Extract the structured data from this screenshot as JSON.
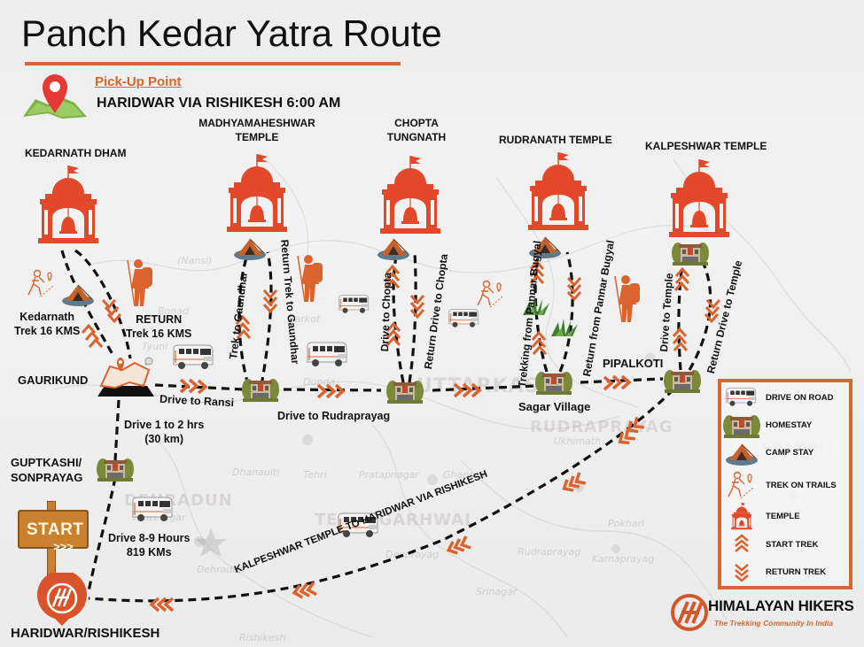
{
  "title": "Panch Kedar Yatra Route",
  "pickup": {
    "label": "Pick-Up Point",
    "value": "HARIDWAR VIA RISHIKESH 6:00 AM",
    "icon": "map-pin-icon"
  },
  "temples": [
    {
      "id": "kedarnath",
      "label": "KEDARNATH DHAM",
      "icon": "temple-icon"
    },
    {
      "id": "madhyamaheshwar",
      "label_line1": "MADHYAMAHESHWAR",
      "label_line2": "TEMPLE",
      "icon": "temple-icon"
    },
    {
      "id": "tungnath",
      "label_line1": "CHOPTA",
      "label_line2": "TUNGNATH",
      "icon": "temple-icon"
    },
    {
      "id": "rudranath",
      "label": "RUDRANATH TEMPLE",
      "icon": "temple-icon"
    },
    {
      "id": "kalpeshwar",
      "label": "KALPESHWAR TEMPLE",
      "icon": "temple-icon"
    }
  ],
  "places": {
    "gaurikund": "GAURIKUND",
    "guptkashi_line1": "GUPTKASHI/",
    "guptkashi_line2": "SONPRAYAG",
    "pipalkoti": "PIPALKOTI",
    "sagar_village": "Sagar Village",
    "haridwar": "HARIDWAR/RISHIKESH"
  },
  "routes": {
    "kedarnath_trek_line1": "Kedarnath",
    "kedarnath_trek_line2": "Trek 16 KMS",
    "return_trek_line1": "RETURN",
    "return_trek_line2": "Trek 16 KMS",
    "drive_ransi": "Drive to Ransi",
    "drive_rudraprayag": "Drive to Rudraprayag",
    "drive_guptkashi_line1": "Drive 1 to 2 hrs",
    "drive_guptkashi_line2": "(30 km)",
    "drive_haridwar_line1": "Drive 8-9 Hours",
    "drive_haridwar_line2": "819 KMs",
    "trek_gaundhar": "Trek to Gaundhar",
    "return_trek_gaundhar": "Return Trek to Gaundhar",
    "drive_chopta": "Drive to Chopta",
    "return_drive_chopta": "Return Drive to Chopta",
    "trek_pannar": "Trekking from Pannar Bugyal",
    "return_pannar": "Return from Pannar Bugyal",
    "drive_temple": "Drive to Temple",
    "return_drive_temple": "Return Drive to Temple",
    "kalpeshwar_return": "KALPESHWAR TEMPLE TO HARIDWAR VIA  RISHIKESH"
  },
  "start_sign": {
    "label": "START",
    "arrows": ">>>"
  },
  "legend": {
    "items": [
      {
        "label": "DRIVE ON ROAD",
        "icon": "van-icon"
      },
      {
        "label": "HOMESTAY",
        "icon": "homestay-icon"
      },
      {
        "label": "CAMP STAY",
        "icon": "tent-icon"
      },
      {
        "label": "TREK ON TRAILS",
        "icon": "hiker-icon"
      },
      {
        "label": "TEMPLE",
        "icon": "temple-icon"
      },
      {
        "label": "START TREK",
        "icon": "chevrons-up-icon"
      },
      {
        "label": "RETURN TREK",
        "icon": "chevrons-down-icon"
      }
    ]
  },
  "brand": {
    "name": "HIMALAYAN HIKERS",
    "tagline": "The Trekking Community In India"
  },
  "background_map": {
    "regions": [
      "UTTARKASHI",
      "RUDRAPRAYAG",
      "DEHRADUN",
      "TEHRI GARHWAL",
      "CHAMOLI"
    ],
    "towns": [
      "(Nansi)",
      "Bonad",
      "Tyuni",
      "Dunda",
      "Barkot",
      "Ukhimath",
      "Dhanaulti",
      "Tehri",
      "Pratapnagar",
      "Ghansali",
      "Dehradun",
      "Rishikesh",
      "Rudraprayag",
      "Srinagar",
      "Devprayag",
      "Pokhari",
      "Karnaprayag",
      "Vikasnagar"
    ]
  },
  "colors": {
    "accent": "#d2672f",
    "temple": "#e2492b",
    "route": "#111111",
    "arrow": "#d9642f",
    "wood": "#c9812f"
  }
}
